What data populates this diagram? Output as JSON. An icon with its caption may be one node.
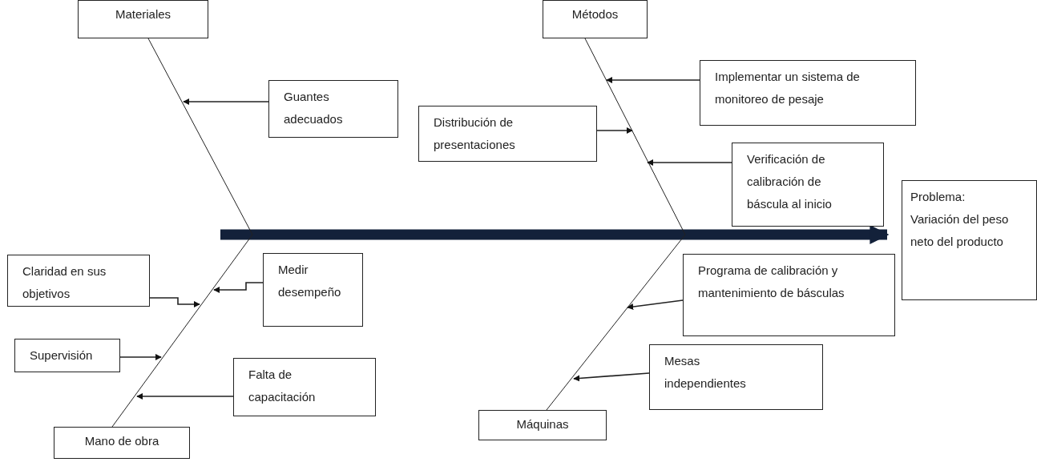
{
  "diagram": {
    "nodes": [
      {
        "text": [
          "Materiales"
        ]
      },
      {
        "text": [
          "Métodos"
        ]
      },
      {
        "text": [
          "Guantes adecuados"
        ]
      },
      {
        "text": [
          "Implementar un sistema de monitoreo de pesaje"
        ]
      },
      {
        "text": [
          "Distribución de presentaciones"
        ]
      },
      {
        "text": [
          "Verificación de calibración de báscula al inicio"
        ]
      },
      {
        "text": [
          "Problema: Variación del peso neto del producto"
        ]
      },
      {
        "text": [
          "Claridad en sus objetivos"
        ]
      },
      {
        "text": [
          "Medir desempeño"
        ]
      },
      {
        "text": [
          "Programa de calibración y mantenimiento de básculas"
        ]
      },
      {
        "text": [
          "Supervisión"
        ]
      },
      {
        "text": [
          "Falta de capacitación"
        ]
      },
      {
        "text": [
          "Mesas independientes"
        ]
      },
      {
        "text": [
          "Mano de obra"
        ]
      },
      {
        "text": [
          "Máquinas"
        ]
      }
    ],
    "edges": [
      {
        "from": null,
        "to": 6,
        "arrow": "to",
        "style": "thick",
        "color": "#13213a"
      },
      {
        "from": 0,
        "to": null,
        "arrow": "none"
      },
      {
        "from": 1,
        "to": null,
        "arrow": "none"
      },
      {
        "from": 13,
        "to": null,
        "arrow": "none"
      },
      {
        "from": 14,
        "to": null,
        "arrow": "none"
      },
      {
        "from": 2,
        "to": null,
        "arrow": "to"
      },
      {
        "from": 3,
        "to": null,
        "arrow": "to"
      },
      {
        "from": 4,
        "to": null,
        "arrow": "to"
      },
      {
        "from": 5,
        "to": null,
        "arrow": "to"
      },
      {
        "from": 7,
        "to": null,
        "arrow": "to"
      },
      {
        "from": 8,
        "to": null,
        "arrow": "to"
      },
      {
        "from": 9,
        "to": null,
        "arrow": "to"
      },
      {
        "from": 10,
        "to": null,
        "arrow": "to"
      },
      {
        "from": 11,
        "to": null,
        "arrow": "to"
      },
      {
        "from": 12,
        "to": null,
        "arrow": "to"
      }
    ]
  }
}
